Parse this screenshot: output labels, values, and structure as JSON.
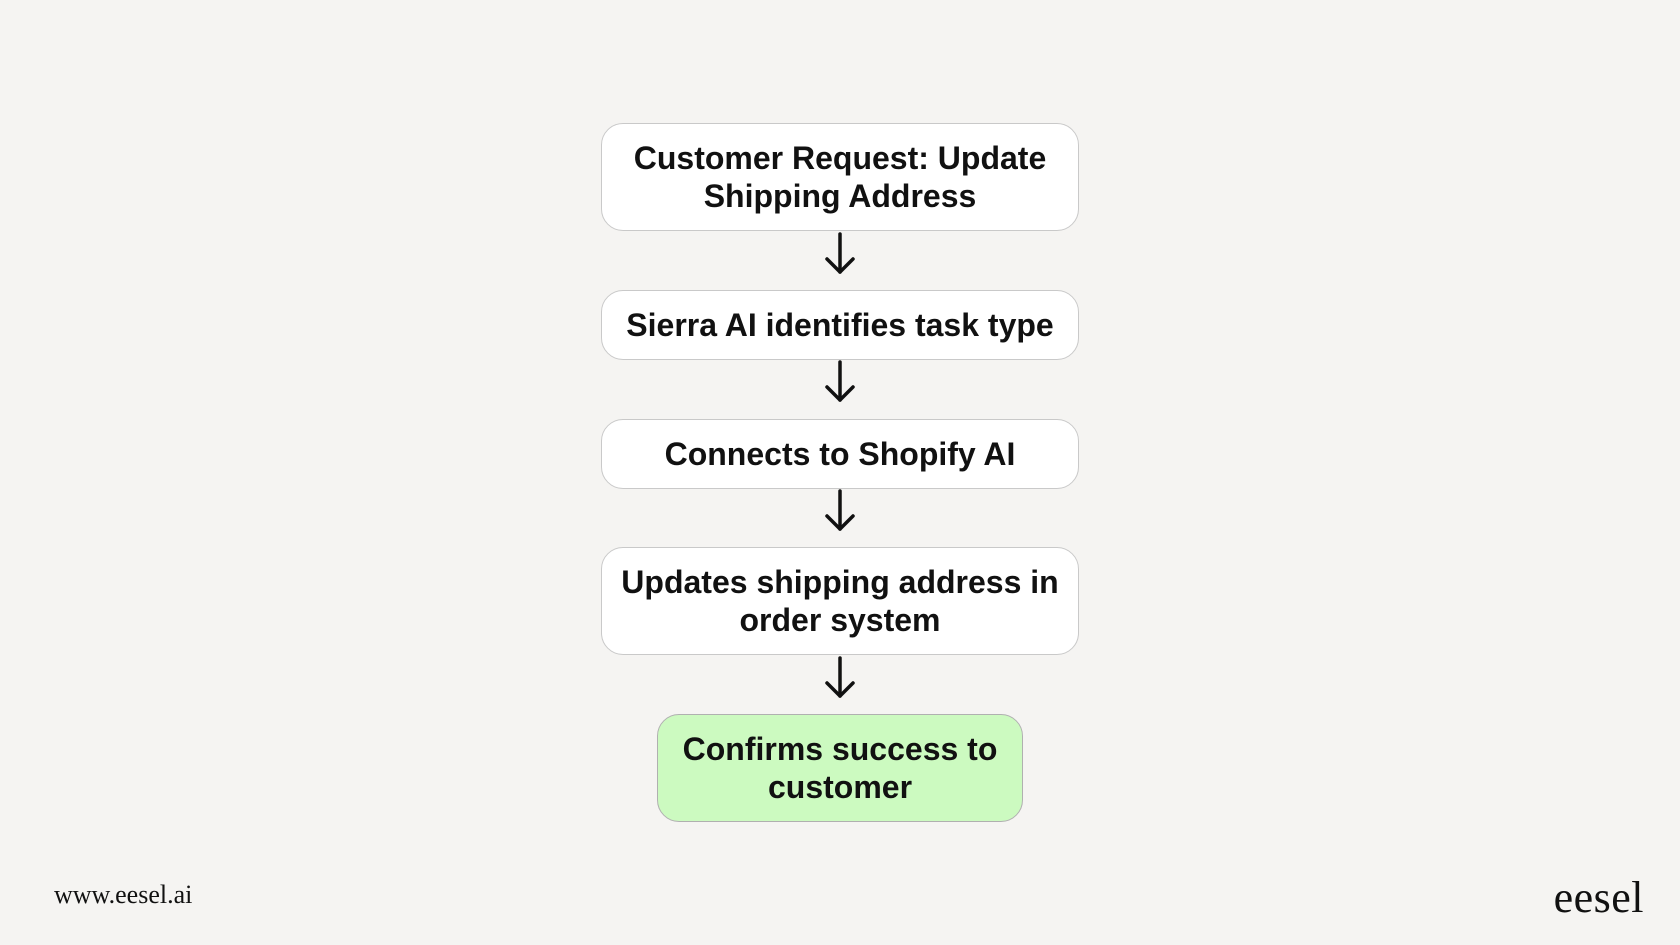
{
  "flow": {
    "steps": [
      {
        "label": "Customer Request: Update Shipping Address"
      },
      {
        "label": "Sierra AI identifies task type"
      },
      {
        "label": "Connects to Shopify AI"
      },
      {
        "label": "Updates shipping address in order system"
      },
      {
        "label": "Confirms success to customer"
      }
    ],
    "final_step_color": "#ccfac0",
    "node_color": "#ffffff",
    "background_color": "#f5f4f2"
  },
  "footer": {
    "url": "www.eesel.ai",
    "brand": "eesel"
  }
}
